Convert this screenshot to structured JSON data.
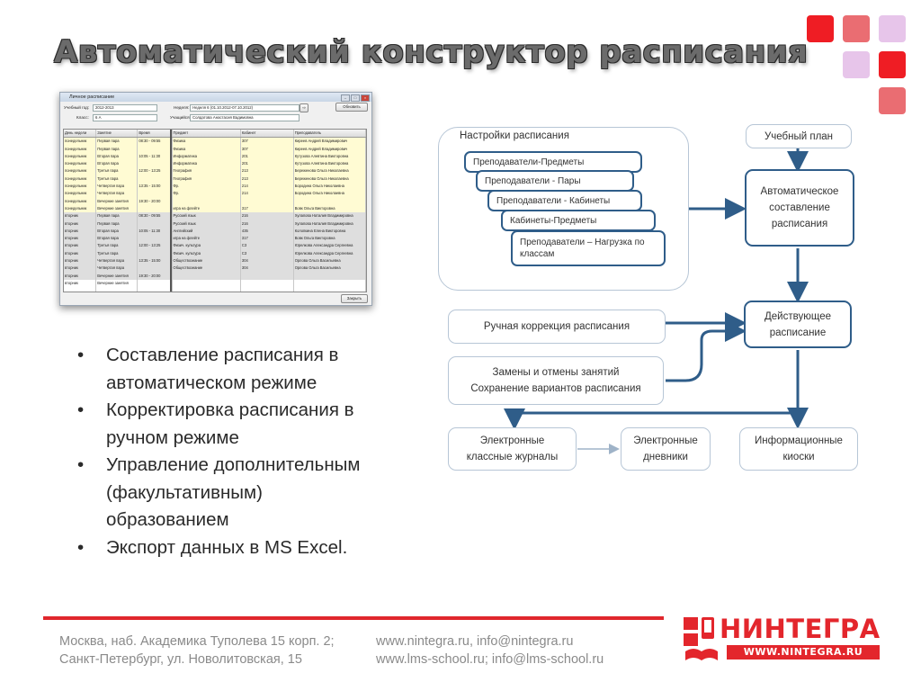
{
  "slide": {
    "title": "Автоматический конструктор расписания",
    "colors": {
      "accent_red": "#e3262c",
      "diagram_blue": "#2f5d89",
      "square_pink": "#ea6d72",
      "square_lilac": "#e7c5ea"
    }
  },
  "app_window": {
    "title": "Личное расписание",
    "fields": {
      "year_label": "Учебный год:",
      "year_value": "2012-2013",
      "week_label": "Неделя:",
      "week_value": "Неделя 6 (01.10.2012-07.10.2012)",
      "class_label": "Класс:",
      "class_value": "6 А",
      "student_label": "Учащийся:",
      "student_value": "Солдатова Анастасия Вадимовна"
    },
    "refresh_button": "Обновить",
    "close_button": "Закрыть",
    "columns": [
      "День недели",
      "Занятие",
      "Время",
      "Предмет",
      "Кабинет",
      "Преподаватель"
    ],
    "rows": [
      [
        "понедельник",
        "Первая пара",
        "08:30 - 09:55",
        "Физика",
        "307",
        "Киреев Андрей Владимирович",
        "y"
      ],
      [
        "понедельник",
        "Первая пара",
        "",
        "Физика",
        "307",
        "Киреев Андрей Владимирович",
        "y"
      ],
      [
        "понедельник",
        "Вторая пара",
        "10:05 - 11:30",
        "Информатика",
        "201",
        "Кутузова Алевтина Викторовна",
        "y"
      ],
      [
        "понедельник",
        "Вторая пара",
        "",
        "Информатика",
        "201",
        "Кутузова Алевтина Викторовна",
        "y"
      ],
      [
        "понедельник",
        "Третья пара",
        "12:00 - 13:25",
        "География",
        "213",
        "Береженова Ольга Николаевна",
        "y"
      ],
      [
        "понедельник",
        "Третья пара",
        "",
        "География",
        "213",
        "Береженова Ольга Николаевна",
        "y"
      ],
      [
        "понедельник",
        "Четвертая пара",
        "13:35 - 15:00",
        "Фр.",
        "214",
        "Бородина Ольга Николаевна",
        "y"
      ],
      [
        "понедельник",
        "Четвертая пара",
        "",
        "Фр.",
        "214",
        "Бородина Ольга Николаевна",
        "y"
      ],
      [
        "понедельник",
        "Вечерние занятия",
        "19:30 - 20:00",
        "",
        "",
        "",
        "y"
      ],
      [
        "понедельник",
        "Вечерние занятия",
        "",
        "игра на флейте",
        "317",
        "Вовк Ольга Викторовна",
        "y"
      ],
      [
        "вторник",
        "Первая пара",
        "08:30 - 09:55",
        "Русский язык",
        "216",
        "Хулапова Наталия Владимировна",
        "g"
      ],
      [
        "вторник",
        "Первая пара",
        "",
        "Русский язык",
        "216",
        "Хулапова Наталия Владимировна",
        "g"
      ],
      [
        "вторник",
        "Вторая пара",
        "10:05 - 11:30",
        "Английский",
        "435",
        "Колопкина Елена Викторовна",
        "g"
      ],
      [
        "вторник",
        "Вторая пара",
        "",
        "игра на флейте",
        "317",
        "Вовк Ольга Викторовна",
        "g"
      ],
      [
        "вторник",
        "Третья пара",
        "12:00 - 13:25",
        "Физич. культура",
        "С3",
        "Юрелкова Александра Сергеевна",
        "g"
      ],
      [
        "вторник",
        "Третья пара",
        "",
        "Физич. культура",
        "С3",
        "Юрелкова Александра Сергеевна",
        "g"
      ],
      [
        "вторник",
        "Четвертая пара",
        "13:35 - 15:00",
        "Обществознание",
        "304",
        "Орлова Ольга Васильевна",
        "g"
      ],
      [
        "вторник",
        "Четвертая пара",
        "",
        "Обществознание",
        "304",
        "Орлова Ольга Васильевна",
        "g"
      ],
      [
        "вторник",
        "Вечерние занятия",
        "19:30 - 20:00",
        "",
        "",
        "",
        "g"
      ],
      [
        "вторник",
        "Вечерние занятия",
        "",
        "",
        "",
        "",
        "w"
      ],
      [
        "",
        "",
        "",
        "",
        "",
        "",
        "w"
      ]
    ]
  },
  "bullets": [
    "Составление расписания в автоматическом режиме",
    "Корректировка расписания в ручном режиме",
    "Управление дополнительным (факультативным) образованием",
    "Экспорт данных в MS Excel."
  ],
  "diagram": {
    "settings_title": "Настройки расписания",
    "settings_items": [
      "Преподаватели-Предметы",
      "Преподаватели - Пары",
      "Преподаватели - Кабинеты",
      "Кабинеты-Предметы",
      "Преподаватели – Нагрузка по классам"
    ],
    "curriculum": "Учебный план",
    "auto_schedule": "Автоматическое составление расписания",
    "current_schedule": "Действующее расписание",
    "manual_correction": "Ручная коррекция расписания",
    "replacements": "Замены и отмены занятий Сохранение вариантов расписания",
    "e_journals": "Электронные классные журналы",
    "e_diaries": "Электронные дневники",
    "kiosks": "Информационные киоски"
  },
  "footer": {
    "address_line1": "Москва, наб. Академика Туполева 15 корп. 2;",
    "address_line2": "Санкт-Петербург, ул. Новолитовская, 15",
    "contacts_line1": "www.nintegra.ru, info@nintegra.ru",
    "contacts_line2": "www.lms-school.ru; info@lms-school.ru",
    "logo_text": "НИНТЕГРА",
    "logo_url": "WWW.NINTEGRA.RU"
  }
}
